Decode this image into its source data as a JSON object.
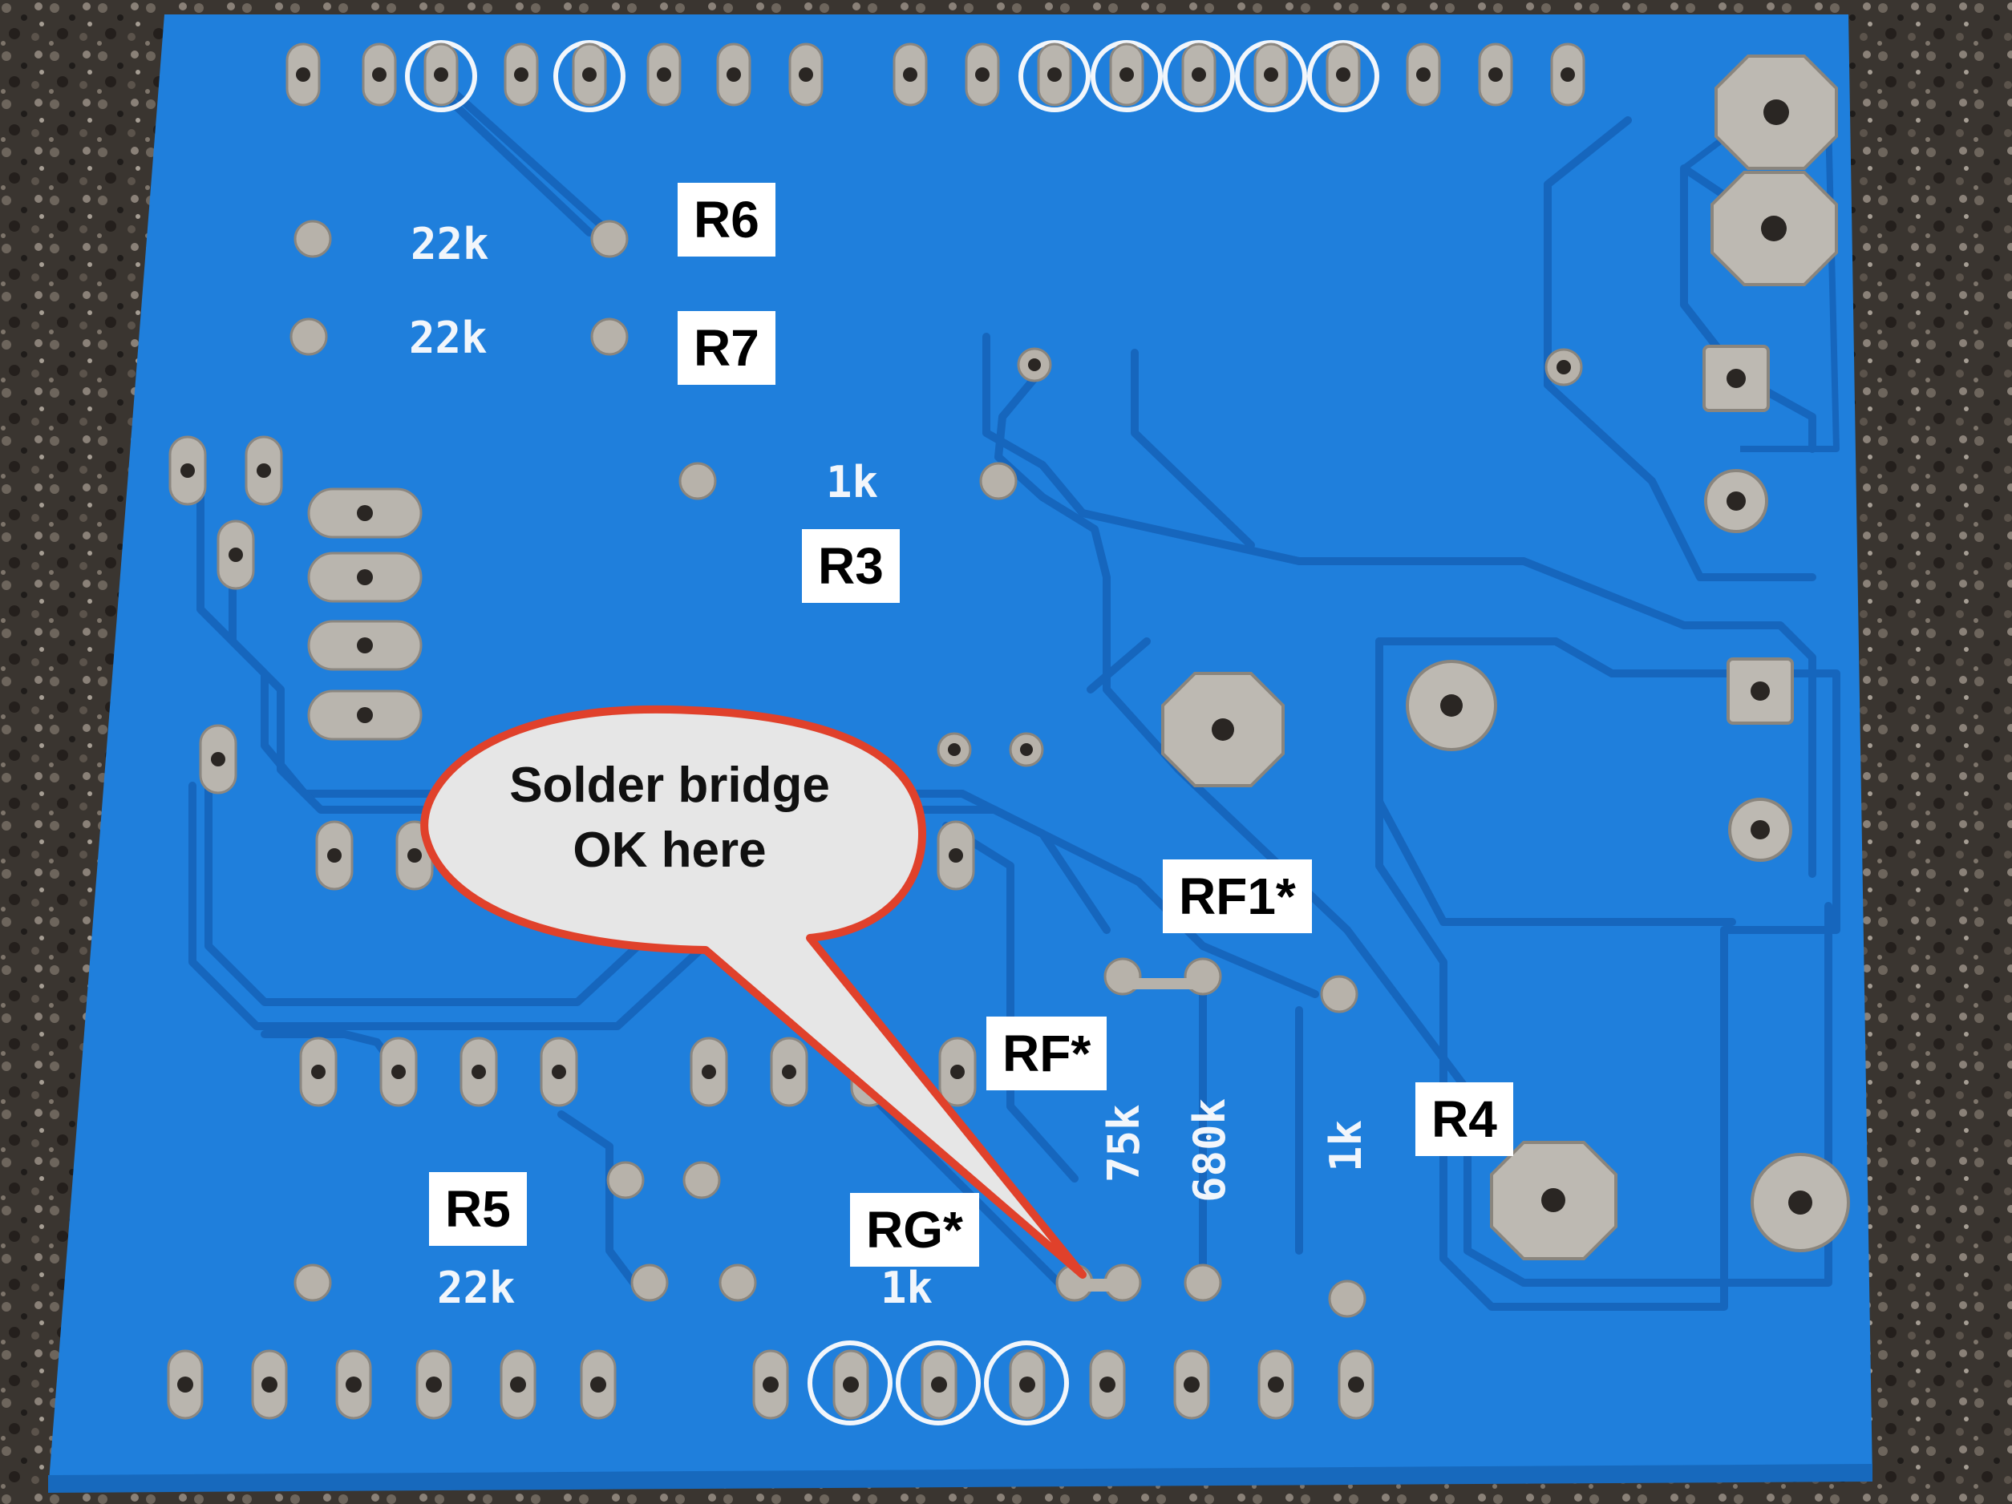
{
  "colors": {
    "board": "#1f7fdc",
    "board_edge": "#1b6fc4",
    "trace": "#1666bd",
    "pad": "#b9b5ae",
    "hole": "#2a2623",
    "granite": "#3a3530",
    "callout_fill": "#e6e6e6",
    "callout_stroke": "#e0412b"
  },
  "labels": {
    "r6": "R6",
    "r7": "R7",
    "r3": "R3",
    "rf1": "RF1*",
    "rf": "RF*",
    "r4": "R4",
    "r5": "R5",
    "rg": "RG*"
  },
  "silkscreen": {
    "r6_value": "22k",
    "r7_value": "22k",
    "r3_value": "1k",
    "r5_value": "22k",
    "rg_value": "1k",
    "rf_value": "75k",
    "rf1_value": "680k",
    "r4_value": "1k"
  },
  "callout": {
    "line1": "Solder bridge",
    "line2": "OK here"
  }
}
